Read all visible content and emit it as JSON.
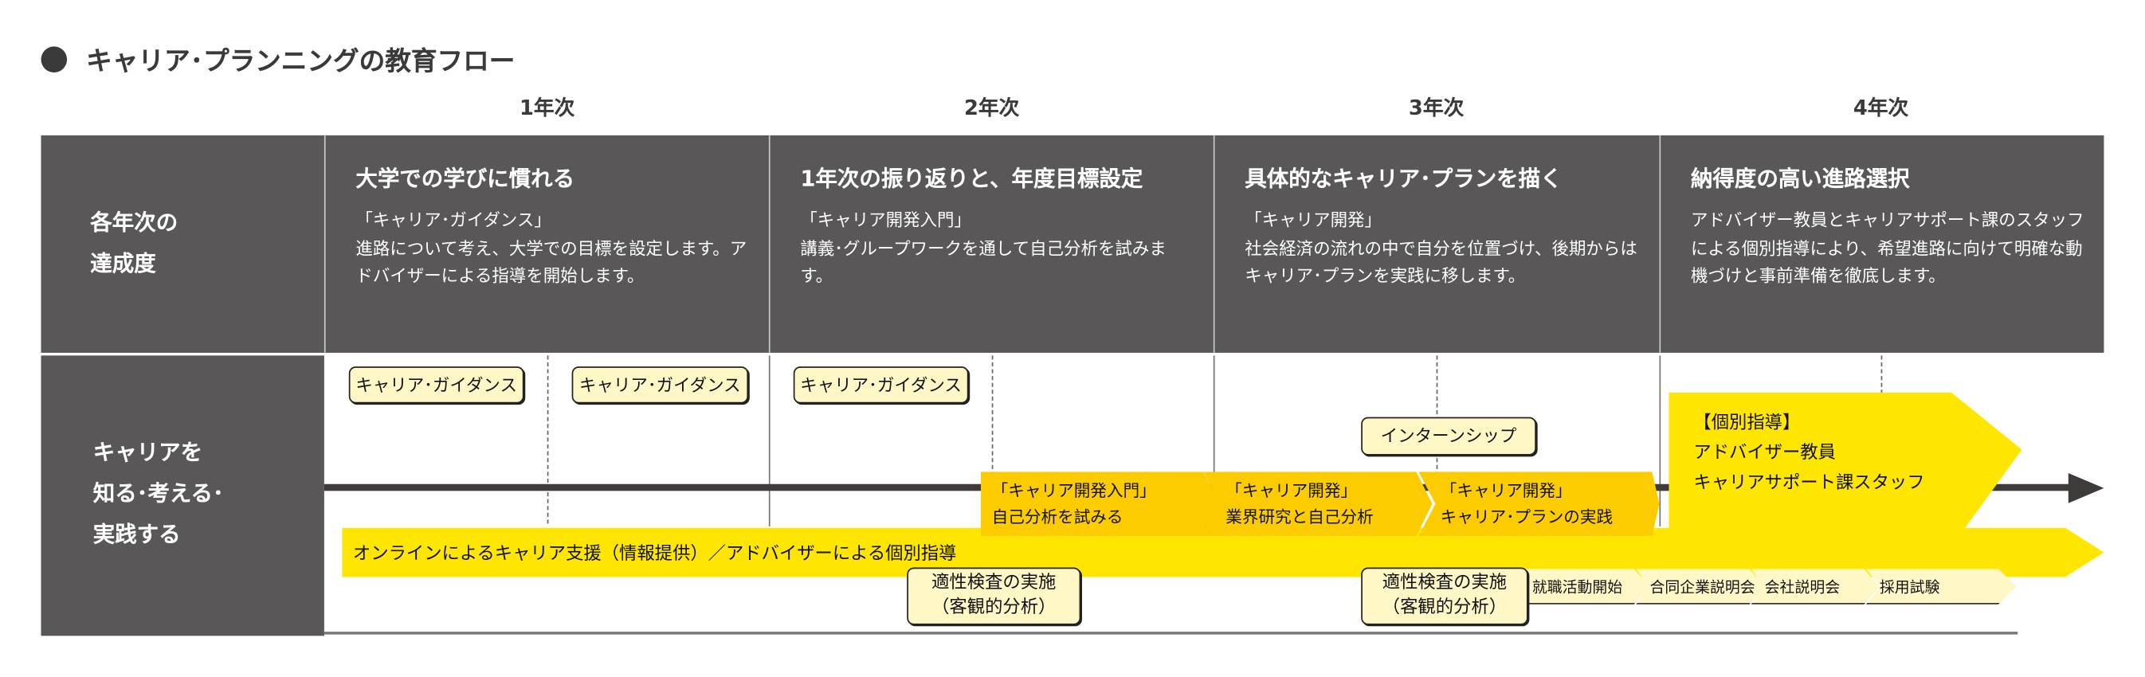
{
  "title": "キャリア･プランニングの教育フロー",
  "years": [
    "1年次",
    "2年次",
    "3年次",
    "4年次"
  ],
  "row_headers": {
    "achievement": [
      "各年次の",
      "達成度"
    ],
    "career": [
      "キャリアを",
      "知る･考える･",
      "実践する"
    ]
  },
  "columns": [
    {
      "heading": "大学での学びに慣れる",
      "lines": [
        "「キャリア･ガイダンス」",
        "進路について考え、大学での目標を設定します。アドバイザーによる指導を開始します。"
      ]
    },
    {
      "heading": "1年次の振り返りと、年度目標設定",
      "lines": [
        "「キャリア開発入門」",
        "講義･グループワークを通して自己分析を試みます。"
      ]
    },
    {
      "heading": "具体的なキャリア･プランを描く",
      "lines": [
        "「キャリア開発」",
        "社会経済の流れの中で自分を位置づけ、後期からはキャリア･プランを実践に移します。"
      ]
    },
    {
      "heading": "納得度の高い進路選択",
      "lines": [
        "",
        "アドバイザー教員とキャリアサポート課のスタッフによる個別指導により、希望進路に向けて明確な動機づけと事前準備を徹底します。"
      ]
    }
  ],
  "guidance_boxes": [
    "キャリア･ガイダンス",
    "キャリア･ガイダンス",
    "キャリア･ガイダンス"
  ],
  "internship": "インターンシップ",
  "course_chevrons": [
    {
      "line1": "「キャリア開発入門」",
      "line2": "自己分析を試みる"
    },
    {
      "line1": "「キャリア開発」",
      "line2": "業界研究と自己分析"
    },
    {
      "line1": "「キャリア開発」",
      "line2": "キャリア･プランの実践"
    }
  ],
  "individual": {
    "line1": "【個別指導】",
    "line2": "アドバイザー教員",
    "line3": "キャリアサポート課スタッフ"
  },
  "online_band": "オンラインによるキャリア支援（情報提供）／アドバイザーによる個別指導",
  "aptitude": {
    "line1": "適性検査の実施",
    "line2": "（客観的分析）"
  },
  "job_steps": [
    "就職活動開始",
    "合同企業説明会",
    "会社説明会",
    "採用試験"
  ],
  "colors": {
    "dark": "#595758",
    "yellow": "#ffe600",
    "orange": "#fccc00",
    "pale": "#fff8c6"
  }
}
